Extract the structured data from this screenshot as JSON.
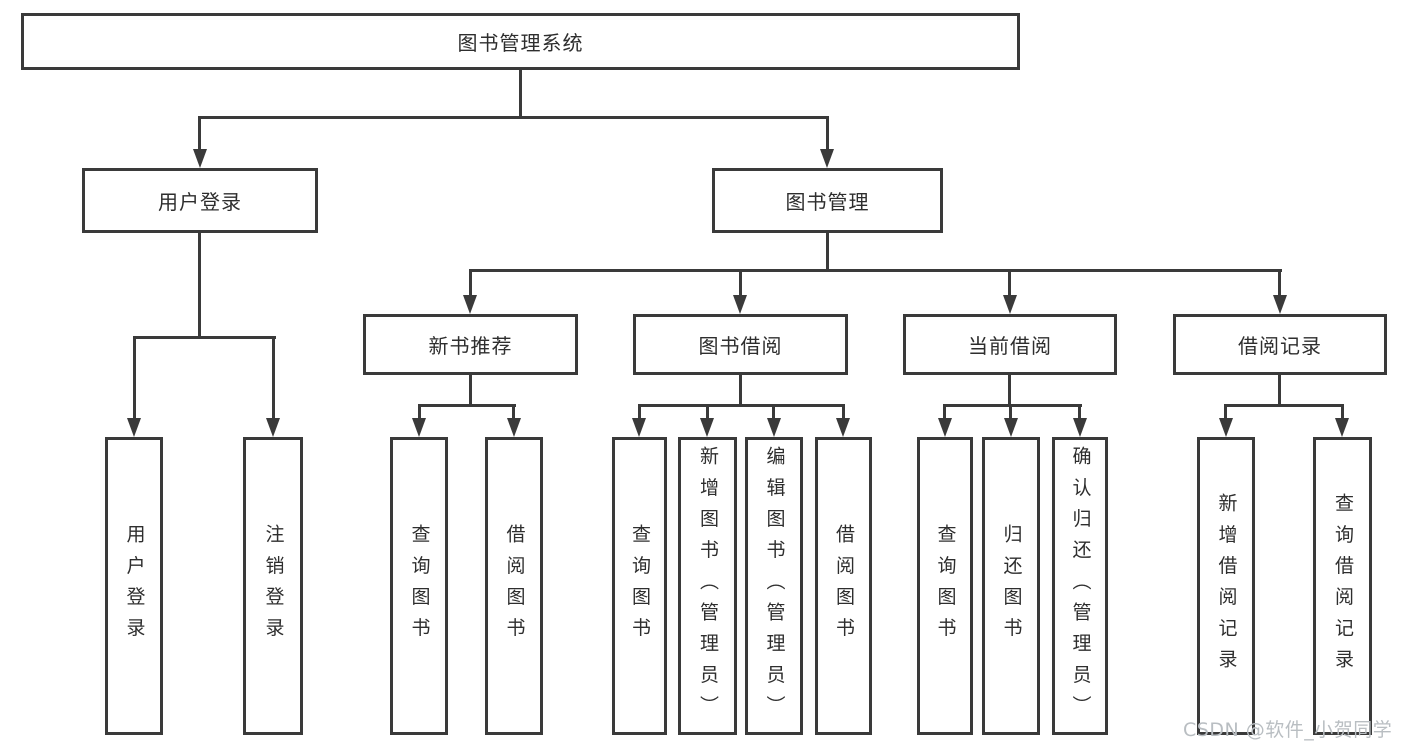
{
  "diagram": {
    "root": {
      "label": "图书管理系统"
    },
    "user_login": {
      "label": "用户登录",
      "children": [
        {
          "label": "用户登录"
        },
        {
          "label": "注销登录"
        }
      ]
    },
    "book_mgmt": {
      "label": "图书管理",
      "children": [
        {
          "label": "新书推荐",
          "children": [
            {
              "label": "查询图书"
            },
            {
              "label": "借阅图书"
            }
          ]
        },
        {
          "label": "图书借阅",
          "children": [
            {
              "label": "查询图书"
            },
            {
              "label": "新增图书（管理员）"
            },
            {
              "label": "编辑图书（管理员）"
            },
            {
              "label": "借阅图书"
            }
          ]
        },
        {
          "label": "当前借阅",
          "children": [
            {
              "label": "查询图书"
            },
            {
              "label": "归还图书"
            },
            {
              "label": "确认归还（管理员）"
            }
          ]
        },
        {
          "label": "借阅记录",
          "children": [
            {
              "label": "新增借阅记录"
            },
            {
              "label": "查询借阅记录"
            }
          ]
        }
      ]
    }
  },
  "watermark": {
    "text": "CSDN @软件_小贺同学"
  },
  "colors": {
    "line": "#3a3a3a",
    "text": "#2e2e2e",
    "watermark": "#b9bec2",
    "background": "#ffffff"
  }
}
